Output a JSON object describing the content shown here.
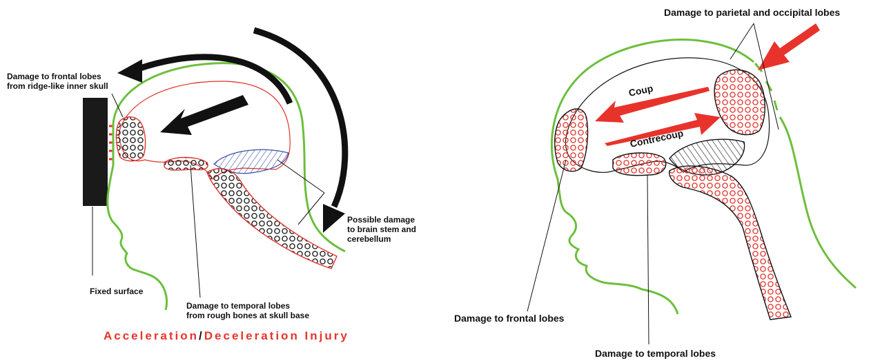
{
  "left_diagram": {
    "labels": {
      "frontal_line1": "Damage to frontal lobes",
      "frontal_line2": "from ridge-like inner skull",
      "fixed_surface": "Fixed surface",
      "temporal_line1": "Damage to temporal lobes",
      "temporal_line2": "from rough bones at skull base",
      "stem_line1": "Possible damage",
      "stem_line2": "to brain stem and",
      "stem_line3": "cerebellum"
    },
    "caption": {
      "part1": "Acceleration",
      "separator": "/",
      "part2": "Deceleration Injury"
    }
  },
  "right_diagram": {
    "labels": {
      "parietal_occipital": "Damage to parietal and occipital lobes",
      "coup": "Coup",
      "contrecoup": "Contrecoup",
      "frontal": "Damage to frontal lobes",
      "temporal": "Damage to temporal lobes"
    }
  },
  "colors": {
    "skull_outline": "#6cbf3c",
    "brain_outline": "#e0302a",
    "impact_arrow": "#e8322c",
    "motion_arrow": "#111111",
    "cerebellum_hatch": "#3a4fa8"
  }
}
